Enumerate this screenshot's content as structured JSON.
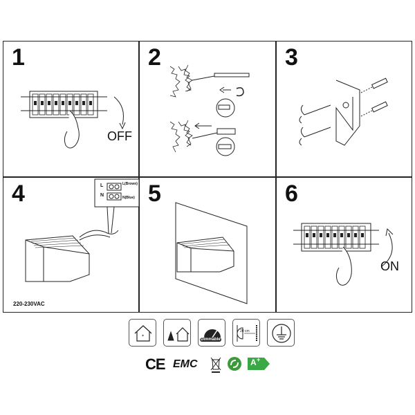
{
  "steps": [
    {
      "number": "1",
      "caption": "OFF"
    },
    {
      "number": "2"
    },
    {
      "number": "3"
    },
    {
      "number": "4",
      "caption": "220-230VAC",
      "wire_labels": [
        "L(Brown)",
        "N(Blue)",
        "L",
        "N"
      ]
    },
    {
      "number": "5"
    },
    {
      "number": "6",
      "caption": "ON"
    }
  ],
  "icons": [
    {
      "name": "indoor-house-icon"
    },
    {
      "name": "outdoor-tree-house-icon"
    },
    {
      "name": "dimmable-icon",
      "label": "Dimmable"
    },
    {
      "name": "distance-icon",
      "label": "20 cm"
    },
    {
      "name": "ground-icon"
    }
  ],
  "certifications": {
    "ce": "CE",
    "emc": "EMC",
    "energy": "A",
    "energy_sup": "+"
  },
  "colors": {
    "line": "#222222",
    "recycle_green": "#3c9a3c",
    "energy_green": "#39a845"
  }
}
